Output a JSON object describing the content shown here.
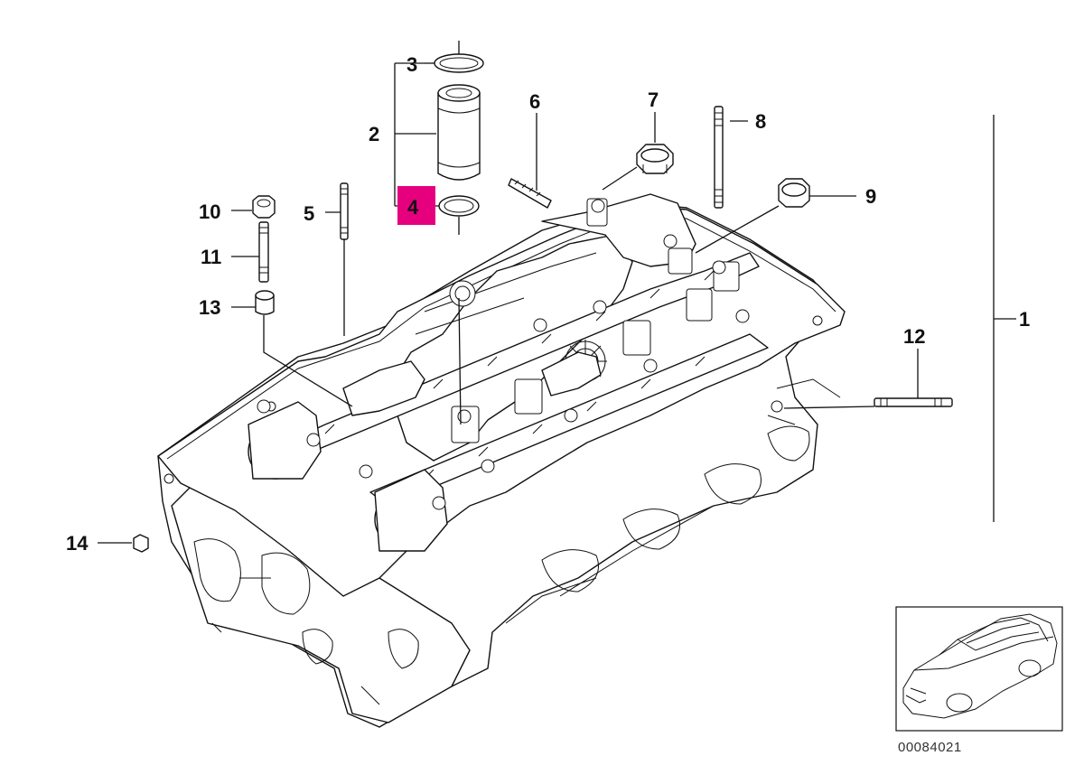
{
  "diagram": {
    "accent_color": "#e6007e",
    "highlighted_callout": "4",
    "reference_code": "00084021",
    "callouts": [
      {
        "id": "c1",
        "label": "1"
      },
      {
        "id": "c2",
        "label": "2"
      },
      {
        "id": "c3",
        "label": "3"
      },
      {
        "id": "c4",
        "label": "4"
      },
      {
        "id": "c5",
        "label": "5"
      },
      {
        "id": "c6",
        "label": "6"
      },
      {
        "id": "c7",
        "label": "7"
      },
      {
        "id": "c8",
        "label": "8"
      },
      {
        "id": "c9",
        "label": "9"
      },
      {
        "id": "c10",
        "label": "10"
      },
      {
        "id": "c11",
        "label": "11"
      },
      {
        "id": "c12",
        "label": "12"
      },
      {
        "id": "c13",
        "label": "13"
      },
      {
        "id": "c14",
        "label": "14"
      }
    ]
  }
}
